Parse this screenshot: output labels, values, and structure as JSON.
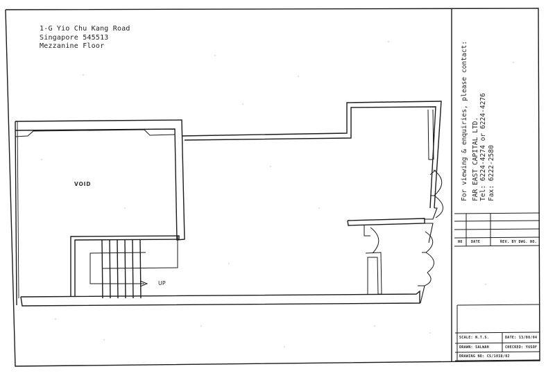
{
  "address": {
    "line1": "1-G Yio Chu Kang Road",
    "line2": "Singapore 545513",
    "line3": "Mezzanine Floor"
  },
  "plan": {
    "void_label": "VOID",
    "stair_label": "UP",
    "stair_icon": "arrow-right-icon"
  },
  "contact": {
    "heading": "For viewing & enquiries, please contact:",
    "company": "FAR EAST CAPITAL LTD.",
    "tel_label": "Tel:",
    "tel_value": "6224-4274 or 6224-4276",
    "fax_label": "Fax:",
    "fax_value": "6222-2580"
  },
  "revision_table": {
    "headers": [
      "NO",
      "DATE",
      "REV. BY DWG. NO."
    ]
  },
  "title_block": {
    "scale": "SCALE: N.T.S.",
    "date": "DATE: 13/08/04",
    "drawn": "DRAWN: SALWAH",
    "checked": "CHECKED: YUSOF",
    "drawing_no": "DRAWING NO: CS/1038/02"
  }
}
